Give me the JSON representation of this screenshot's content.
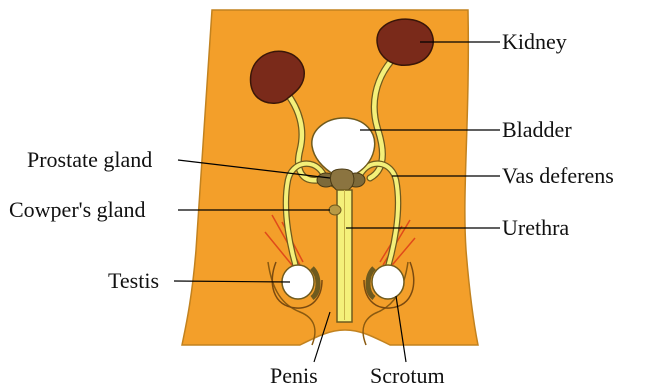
{
  "colors": {
    "body": "#F39F2A",
    "body_outline": "#B57A22",
    "kidney": "#7A2A1A",
    "kidney_outline": "#3A1608",
    "tube": "#F4F07A",
    "tube_outline": "#6E5A1E",
    "bladder": "#FFFFFF",
    "gland": "#7D6A3A",
    "leader": "#000000"
  },
  "labels": {
    "kidney": "Kidney",
    "bladder": "Bladder",
    "prostate_gland": "Prostate gland",
    "vas_deferens": "Vas deferens",
    "cowpers_gland": "Cowper's gland",
    "urethra": "Urethra",
    "testis": "Testis",
    "penis": "Penis",
    "scrotum": "Scrotum"
  }
}
